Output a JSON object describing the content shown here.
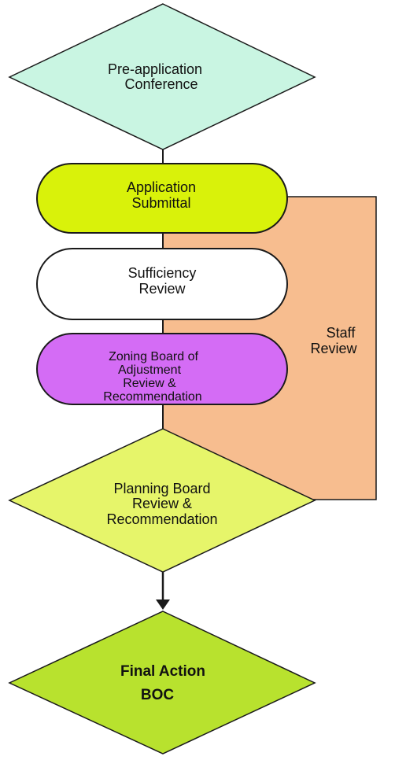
{
  "colors": {
    "pre_application": "#c9f5e2",
    "application": "#d9f20a",
    "sufficiency": "#ffffff",
    "zoning_board": "#d46cf5",
    "staff_panel": "#f7bd8f",
    "planning_board": "#e6f56a",
    "final_action": "#b8e22e",
    "outline": "#1a1a1a"
  },
  "steps": {
    "pre_application": {
      "line1": "Pre-application",
      "line2": "Conference"
    },
    "application": {
      "line1": "Application",
      "line2": "Submittal"
    },
    "sufficiency": {
      "line1": "Sufficiency",
      "line2": "Review"
    },
    "zoning_board": {
      "line1": "Zoning Board of",
      "line2": "Adjustment",
      "line3": "Review &",
      "line4": "Recommendation"
    },
    "staff_review": {
      "line1": "Staff",
      "line2": "Review"
    },
    "planning_board": {
      "line1": "Planning Board",
      "line2": "Review &",
      "line3": "Recommendation"
    },
    "final_action": {
      "line1": "Final Action",
      "line2": "BOC"
    }
  }
}
